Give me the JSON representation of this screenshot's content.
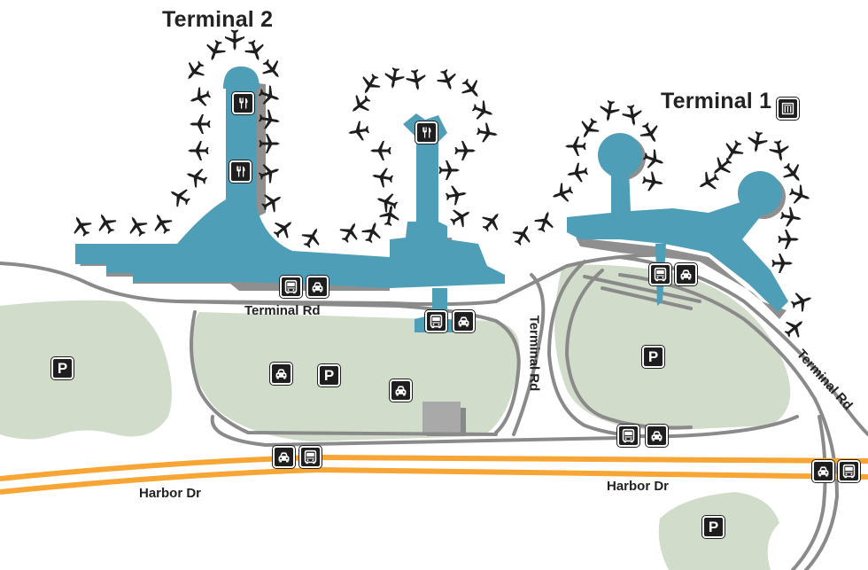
{
  "map": {
    "title": "Airport Terminal Map",
    "colors": {
      "terminal": "#4e9eb7",
      "terminal_shadow": "#8f8f8f",
      "parking_lot": "#d2dccb",
      "road": "#8a8a8a",
      "highway": "#f7a534",
      "icon_bg": "#1e1e1e",
      "plane": "#1e1e1e",
      "garage": "#a9a9a9"
    },
    "terminals": [
      {
        "name": "Terminal 2",
        "amenities": [
          "dining",
          "dining",
          "dining"
        ]
      },
      {
        "name": "Terminal 1",
        "amenities": [
          "building-info"
        ]
      }
    ],
    "roads": [
      {
        "name": "Terminal Rd",
        "orientation": "horizontal"
      },
      {
        "name": "Terminal Rd",
        "orientation": "vertical"
      },
      {
        "name": "Terminal Rd",
        "orientation": "diagonal"
      },
      {
        "name": "Harbor Dr",
        "orientation": "horizontal-west"
      },
      {
        "name": "Harbor Dr",
        "orientation": "horizontal-east"
      }
    ],
    "icons": {
      "parking_label": "P",
      "bus": "bus-icon",
      "taxi": "taxi-icon",
      "dining": "dining-icon",
      "building": "building-icon"
    }
  }
}
